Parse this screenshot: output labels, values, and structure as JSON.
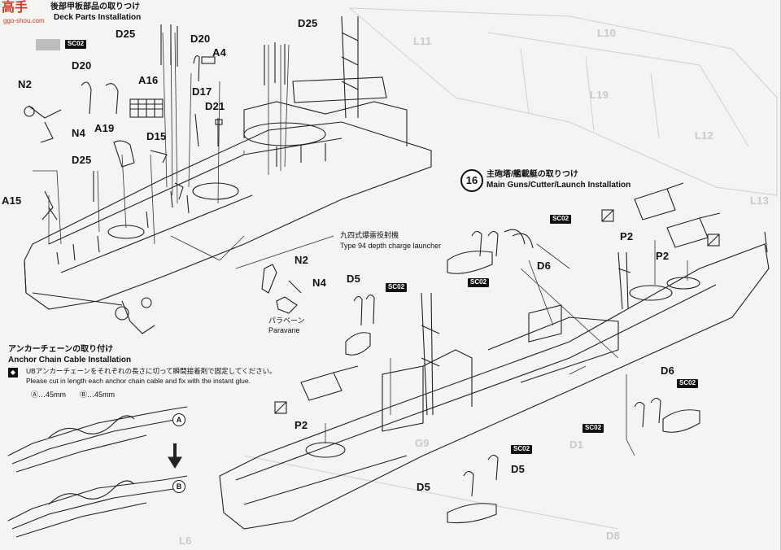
{
  "header": {
    "watermark": "高手",
    "title_jp": "後部甲板部品の取りつけ",
    "title_en": "Deck Parts Installation",
    "site": "ggo-shou.com"
  },
  "badge": "SC02",
  "deck_labels": {
    "d25_a": "D25",
    "d20_a": "D20",
    "a4": "A4",
    "d25_b": "D25",
    "n2": "N2",
    "d20_b": "D20",
    "a16": "A16",
    "d17": "D17",
    "d21": "D21",
    "n4": "N4",
    "a19": "A19",
    "d15": "D15",
    "d25_c": "D25",
    "a15": "A15"
  },
  "depth_charge": {
    "jp": "九四式爆雷投射機",
    "en": "Type 94 depth charge launcher"
  },
  "paravane": {
    "n2": "N2",
    "n4": "N4",
    "jp": "パラベーン",
    "en": "Paravane"
  },
  "step16": {
    "number": "16",
    "jp": "主砲塔/艦載艇の取りつけ",
    "en": "Main Guns/Cutter/Launch Installation"
  },
  "ship_labels": {
    "d6_a": "D6",
    "p2_a": "P2",
    "p2_b": "P2",
    "d5_a": "D5",
    "p2_c": "P2",
    "d6_b": "D6",
    "d5_b": "D5",
    "d5_c": "D5"
  },
  "anchor": {
    "title_jp": "アンカーチェーンの取り付け",
    "title_en": "Anchor Chain Cable Installation",
    "note_jp": "UBアンカーチェーンをそれぞれの長さに切って瞬間接着剤で固定してください。",
    "note_en": "Please cut in length each anchor chain cable and fix with the instant glue.",
    "len_a": "Ⓐ…45mm",
    "len_b": "Ⓑ…45mm",
    "mark_a": "A",
    "mark_b": "B"
  },
  "bg_labels": [
    "L11",
    "L19",
    "L10",
    "L12",
    "L13",
    "D1",
    "G9",
    "D8",
    "L6"
  ]
}
